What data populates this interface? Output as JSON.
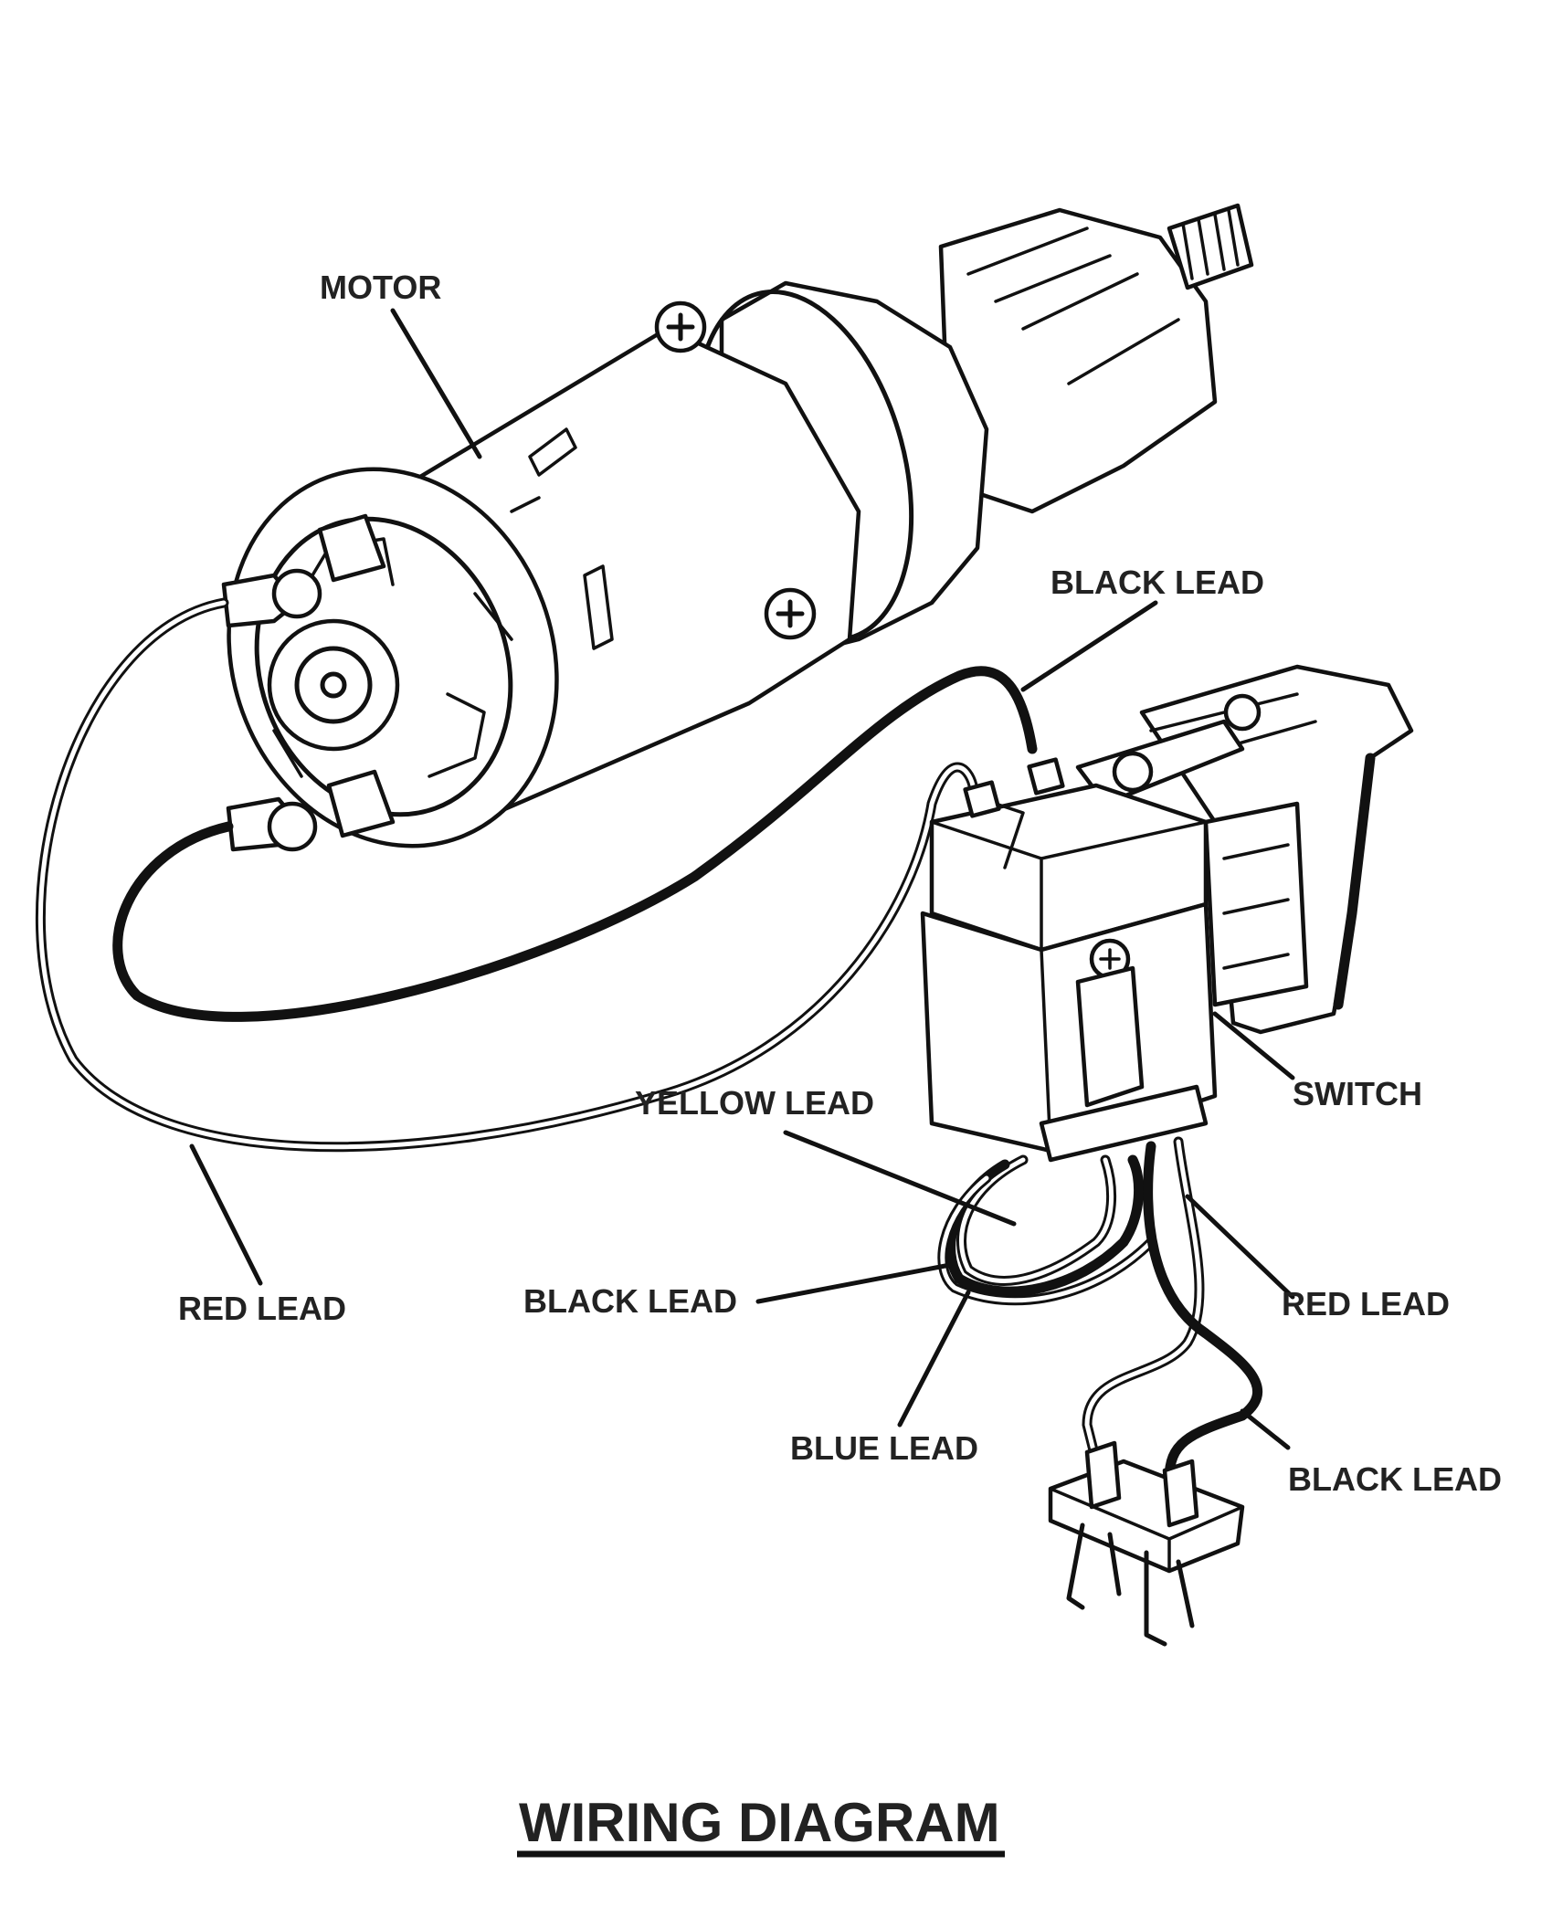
{
  "title": "WIRING DIAGRAM",
  "labels": {
    "motor": "MOTOR",
    "black_lead_top": "BLACK LEAD",
    "switch": "SWITCH",
    "yellow_lead": "YELLOW LEAD",
    "red_lead_left": "RED LEAD",
    "black_lead_mid": "BLACK LEAD",
    "red_lead_right": "RED LEAD",
    "blue_lead": "BLUE LEAD",
    "black_lead_bottom": "BLACK LEAD"
  }
}
